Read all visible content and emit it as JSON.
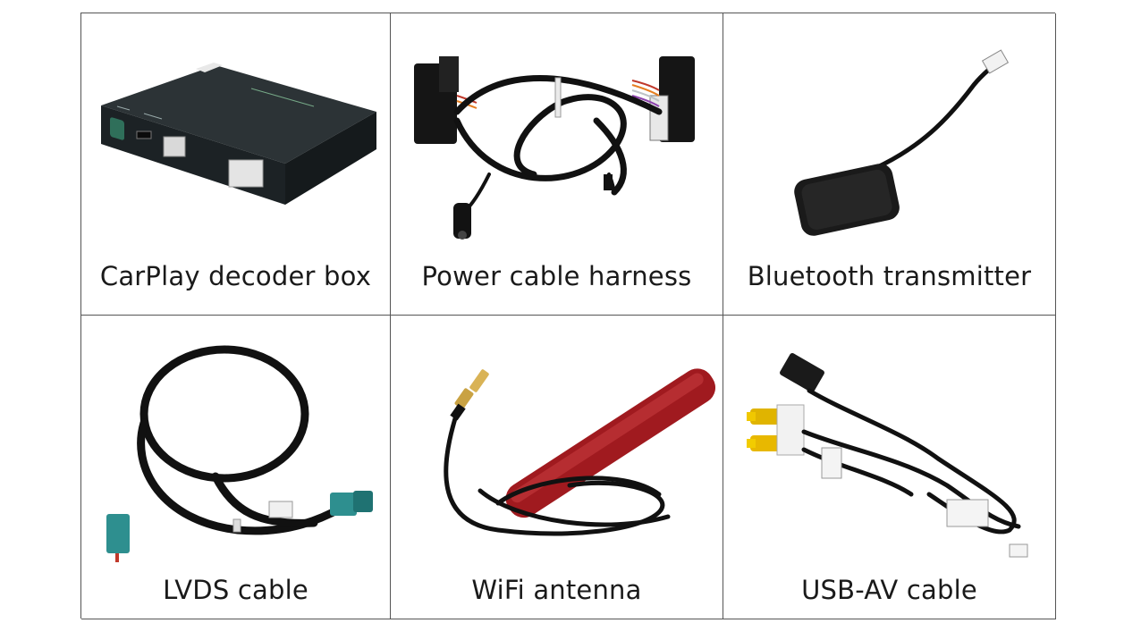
{
  "products": [
    {
      "label": "CarPlay decoder box",
      "icon": "decoder-box-icon"
    },
    {
      "label": "Power cable harness",
      "icon": "power-harness-icon"
    },
    {
      "label": "Bluetooth transmitter",
      "icon": "bluetooth-transmitter-icon"
    },
    {
      "label": "LVDS cable",
      "icon": "lvds-cable-icon"
    },
    {
      "label": "WiFi antenna",
      "icon": "wifi-antenna-icon"
    },
    {
      "label": "USB-AV cable",
      "icon": "usb-av-cable-icon"
    }
  ]
}
